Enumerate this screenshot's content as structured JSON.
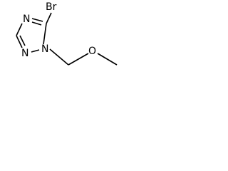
{
  "molecule": {
    "atoms": {
      "bromine": "Br",
      "nitrogen_top": "N",
      "nitrogen_ring_1": "N",
      "nitrogen_bottom": "N",
      "oxygen": "O"
    }
  }
}
